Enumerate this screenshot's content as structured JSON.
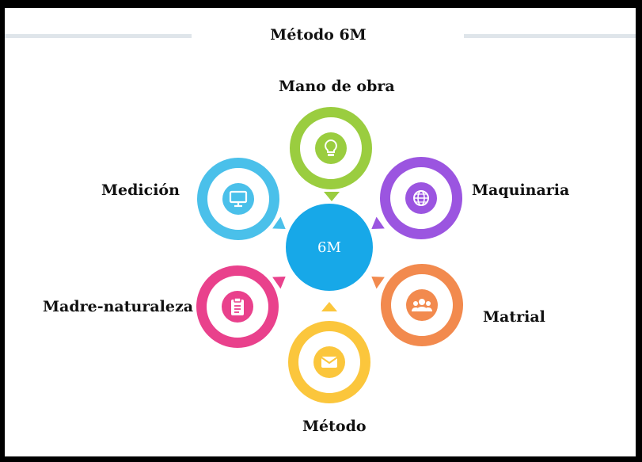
{
  "title": "Método 6M",
  "center_label": "6M",
  "nodes": {
    "mano_de_obra": {
      "label": "Mano de obra",
      "color": "#9acd3f",
      "icon": "lightbulb-icon"
    },
    "maquinaria": {
      "label": "Maquinaria",
      "color": "#9b55e0",
      "icon": "globe-icon"
    },
    "matrial": {
      "label": "Matrial",
      "color": "#f28a4e",
      "icon": "group-icon"
    },
    "metodo": {
      "label": "Método",
      "color": "#fbc63c",
      "icon": "envelope-icon"
    },
    "madre_naturaleza": {
      "label": "Madre-naturaleza",
      "color": "#e9418c",
      "icon": "clipboard-icon"
    },
    "medicion": {
      "label": "Medición",
      "color": "#4ac0ea",
      "icon": "monitor-icon"
    }
  },
  "colors": {
    "center": "#17a8e8",
    "divider": "#dfe5ea"
  }
}
